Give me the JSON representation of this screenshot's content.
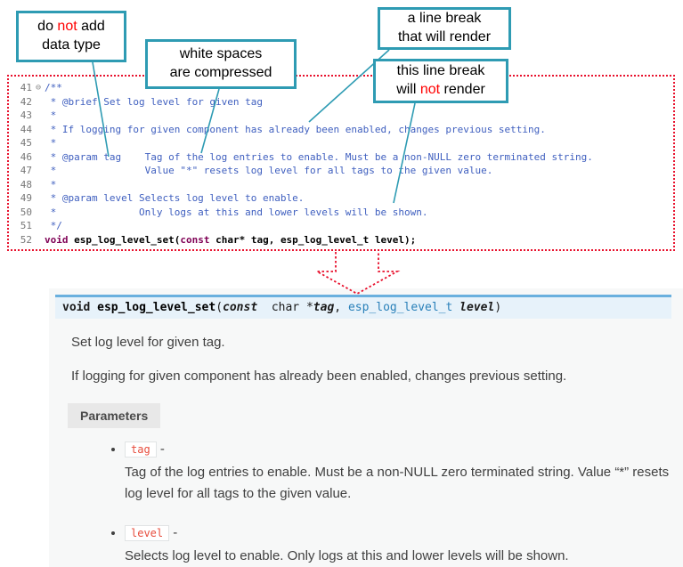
{
  "colors": {
    "callout_border": "#2e9bb3",
    "annotation_red": "#ff0000",
    "code_border_red": "#e8112d",
    "comment_blue": "#3f5fbf",
    "keyword_purple": "#7f0055",
    "line_number_gray": "#787878",
    "sig_bg": "#e7f2fa",
    "sig_border": "#6ab0de",
    "inline_code_red": "#e74c3c",
    "body_text": "#404040"
  },
  "callouts": [
    {
      "name": "do-not-add-data-type",
      "lines": [
        [
          {
            "t": "do "
          },
          {
            "t": "not",
            "red": true
          },
          {
            "t": " add"
          }
        ],
        [
          {
            "t": "data type"
          }
        ]
      ]
    },
    {
      "name": "white-spaces-compressed",
      "lines": [
        [
          {
            "t": "white spaces"
          }
        ],
        [
          {
            "t": "are  compressed"
          }
        ]
      ]
    },
    {
      "name": "line-break-renders",
      "lines": [
        [
          {
            "t": "a line break"
          }
        ],
        [
          {
            "t": "that will render"
          }
        ]
      ]
    },
    {
      "name": "line-break-not-render",
      "lines": [
        [
          {
            "t": "this line break"
          }
        ],
        [
          {
            "t": "will "
          },
          {
            "t": "not",
            "red": true
          },
          {
            "t": " render"
          }
        ]
      ]
    }
  ],
  "editor": {
    "lines": [
      {
        "num": "41",
        "fold": "⊖",
        "segs": [
          {
            "t": "/**",
            "cls": "comment"
          }
        ]
      },
      {
        "num": "42",
        "segs": [
          {
            "t": " * @brief Set log level for given tag",
            "cls": "comment"
          }
        ]
      },
      {
        "num": "43",
        "segs": [
          {
            "t": " *",
            "cls": "comment"
          }
        ]
      },
      {
        "num": "44",
        "segs": [
          {
            "t": " * If logging for given component has already been enabled, changes previous setting.",
            "cls": "comment"
          }
        ]
      },
      {
        "num": "45",
        "segs": [
          {
            "t": " *",
            "cls": "comment"
          }
        ]
      },
      {
        "num": "46",
        "segs": [
          {
            "t": " * @param tag    Tag of the log entries to enable. Must be a non-NULL zero terminated string.",
            "cls": "comment"
          }
        ]
      },
      {
        "num": "47",
        "segs": [
          {
            "t": " *               Value \"*\" resets log level for all tags to the given value.",
            "cls": "comment"
          }
        ]
      },
      {
        "num": "48",
        "segs": [
          {
            "t": " *",
            "cls": "comment"
          }
        ]
      },
      {
        "num": "49",
        "segs": [
          {
            "t": " * @param level Selects log level to enable.",
            "cls": "comment"
          }
        ]
      },
      {
        "num": "50",
        "segs": [
          {
            "t": " *              Only logs at this and lower levels will be shown.",
            "cls": "comment"
          }
        ]
      },
      {
        "num": "51",
        "segs": [
          {
            "t": " */",
            "cls": "comment"
          }
        ]
      },
      {
        "num": "52",
        "segs": [
          {
            "t": "void",
            "cls": "kw"
          },
          {
            "t": " ",
            "cls": "plain"
          },
          {
            "t": "esp_log_level_set",
            "cls": "fn"
          },
          {
            "t": "(",
            "cls": "plain"
          },
          {
            "t": "const",
            "cls": "kw"
          },
          {
            "t": " char* tag, esp_log_level_t level);",
            "cls": "plain"
          }
        ]
      }
    ]
  },
  "doc": {
    "signature": [
      {
        "t": "void ",
        "cls": "s-kw"
      },
      {
        "t": "esp_log_level_set",
        "cls": "s-name"
      },
      {
        "t": "(",
        "cls": "s-plain"
      },
      {
        "t": "const",
        "cls": "s-kw-i"
      },
      {
        "t": "  char *",
        "cls": "s-plain"
      },
      {
        "t": "tag",
        "cls": "s-param"
      },
      {
        "t": ", ",
        "cls": "s-plain"
      },
      {
        "t": "esp_log_level_t",
        "cls": "s-type"
      },
      {
        "t": " ",
        "cls": "s-plain"
      },
      {
        "t": "level",
        "cls": "s-param"
      },
      {
        "t": ")",
        "cls": "s-plain"
      }
    ],
    "brief": "Set log level for given tag.",
    "details": "If logging for given component has already been enabled, changes previous setting.",
    "parameters_label": "Parameters",
    "params": [
      {
        "name": "tag",
        "sep": "-",
        "desc": "Tag of the log entries to enable. Must be a non-NULL zero terminated string. Value “*” resets log level for all tags to the given value."
      },
      {
        "name": "level",
        "sep": "-",
        "desc": "Selects log level to enable. Only logs at this and lower levels will be shown."
      }
    ]
  }
}
